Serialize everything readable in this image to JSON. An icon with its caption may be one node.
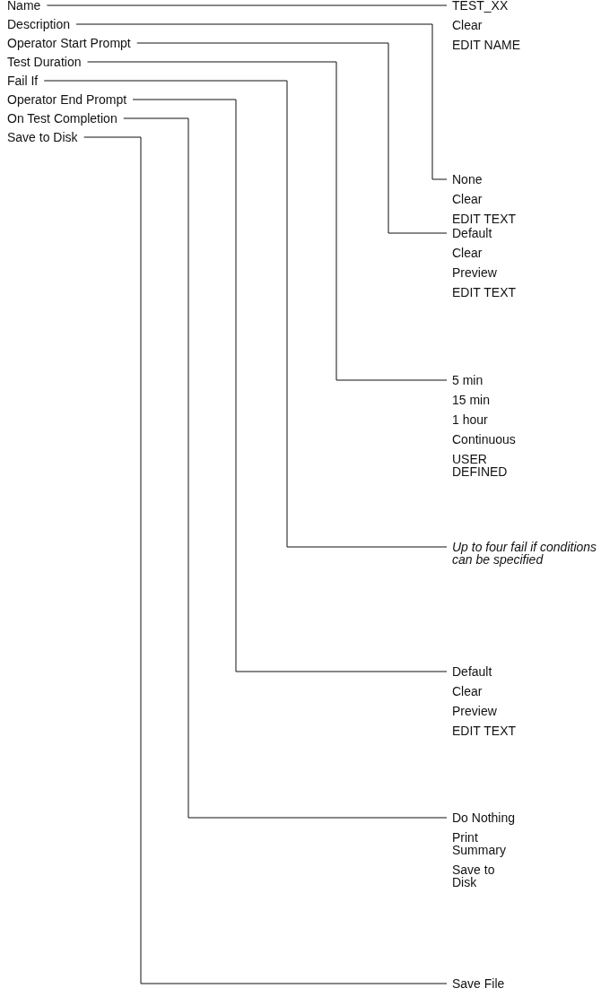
{
  "diagram": {
    "nodes": [
      {
        "text": [
          "Name"
        ]
      },
      {
        "text": [
          "Description"
        ]
      },
      {
        "text": [
          "Operator Start Prompt"
        ]
      },
      {
        "text": [
          "Test Duration"
        ]
      },
      {
        "text": [
          "Fail If"
        ]
      },
      {
        "text": [
          "Operator End Prompt"
        ]
      },
      {
        "text": [
          "On Test Completion"
        ]
      },
      {
        "text": [
          "Save to Disk"
        ]
      },
      {
        "text": [
          "TEST_XX",
          "Clear",
          "EDIT NAME"
        ]
      },
      {
        "text": [
          "None",
          "Clear",
          "EDIT TEXT"
        ]
      },
      {
        "text": [
          "Default",
          "Clear",
          "Preview",
          "EDIT TEXT"
        ]
      },
      {
        "text": [
          "5 min",
          "15 min",
          "1 hour",
          "Continuous",
          "USER DEFINED"
        ]
      },
      {
        "text": [
          "Up to four fail if conditions can be specified"
        ]
      },
      {
        "text": [
          "Default",
          "Clear",
          "Preview",
          "EDIT TEXT"
        ]
      },
      {
        "text": [
          "Do Nothing",
          "Print Summary",
          "Save to Disk"
        ]
      },
      {
        "text": [
          "Save File"
        ]
      }
    ],
    "edges": [
      {
        "from": 0,
        "to": 8,
        "arrow": "none"
      },
      {
        "from": 1,
        "to": 9,
        "arrow": "none"
      },
      {
        "from": 2,
        "to": 10,
        "arrow": "none"
      },
      {
        "from": 3,
        "to": 11,
        "arrow": "none"
      },
      {
        "from": 4,
        "to": 12,
        "arrow": "none"
      },
      {
        "from": 5,
        "to": 13,
        "arrow": "none"
      },
      {
        "from": 6,
        "to": 14,
        "arrow": "none"
      },
      {
        "from": 7,
        "to": 15,
        "arrow": "none"
      }
    ]
  }
}
